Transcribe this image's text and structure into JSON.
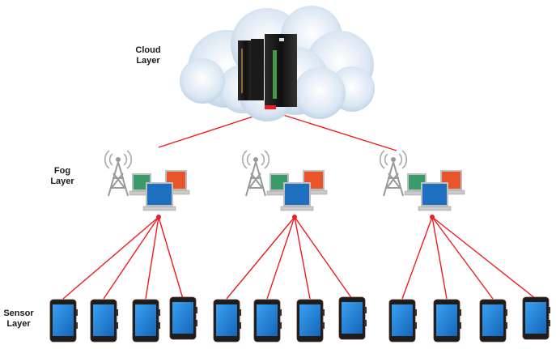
{
  "labels": {
    "cloud": [
      "Cloud",
      "Layer"
    ],
    "fog": [
      "Fog",
      "Layer"
    ],
    "sensor": [
      "Sensor",
      "Layer"
    ]
  },
  "colors": {
    "link": "#ee1c24",
    "laptop_green": "#3a9a6a",
    "laptop_orange": "#e8552a",
    "laptop_blue": "#1f6fc0",
    "device_screen": "#1e82d8",
    "cloud_fill": "#dde9f5"
  },
  "topology": {
    "cloud_nodes": 1,
    "fog_nodes": 3,
    "sensors_per_fog": 4
  }
}
